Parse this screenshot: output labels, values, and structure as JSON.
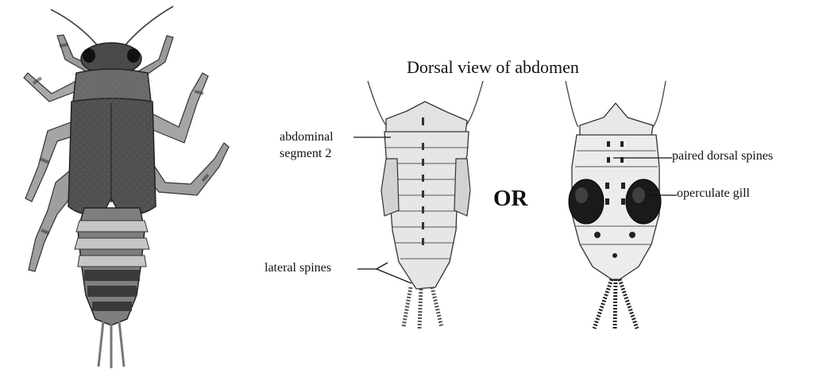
{
  "figure": {
    "title": "Dorsal view of abdomen",
    "or_text": "OR",
    "labels": {
      "abdominal_line1": "abdominal",
      "abdominal_line2": "segment 2",
      "lateral_spines": "lateral spines",
      "paired_dorsal_spines": "paired dorsal spines",
      "operculate_gill": "operculate gill"
    }
  }
}
